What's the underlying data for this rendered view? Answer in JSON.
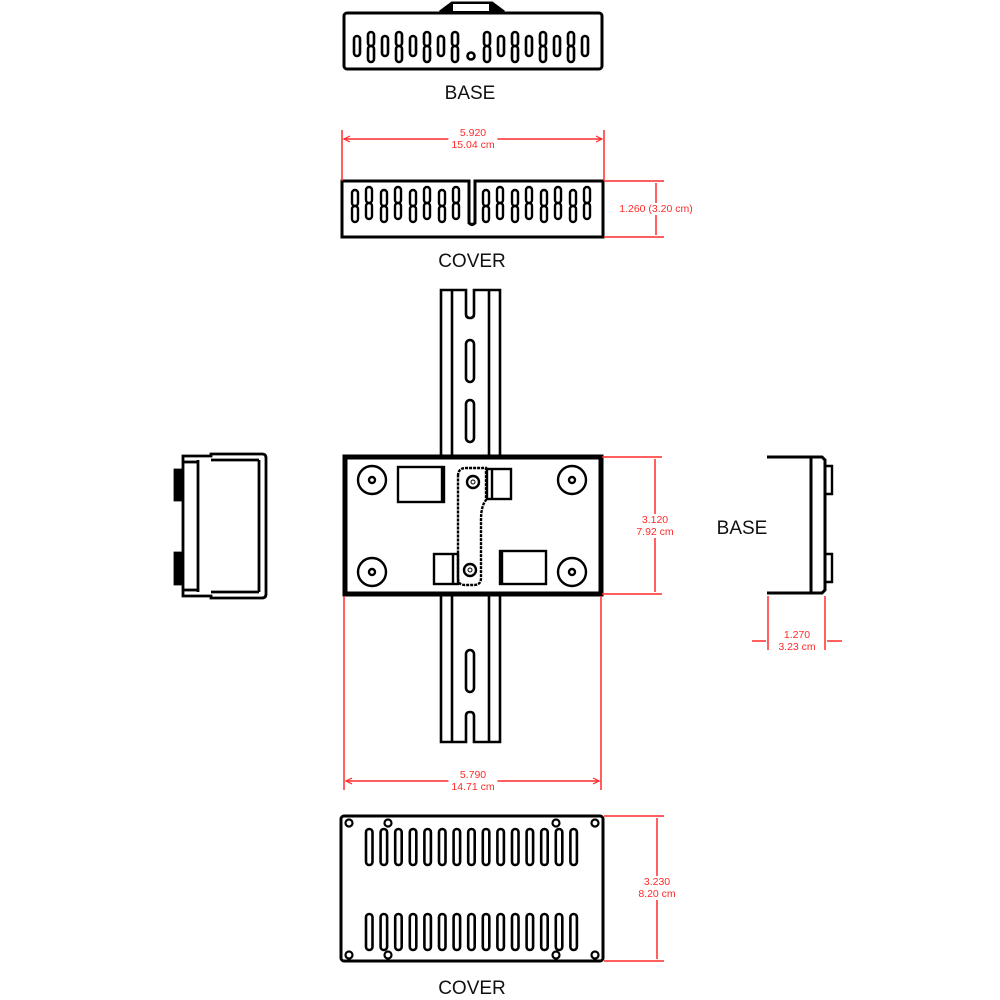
{
  "colors": {
    "outline": "#000000",
    "dimension": "#ff2a2a",
    "background": "#ffffff"
  },
  "views": {
    "top_base": {
      "label": "BASE"
    },
    "top_cover": {
      "label": "COVER",
      "width_dim": {
        "inches": "5.920",
        "cm": "15.04 cm"
      },
      "height_dim": {
        "text": "1.260 (3.20 cm)"
      }
    },
    "left_side": {
      "label": ""
    },
    "main_base_on_rail": {
      "height_dim": {
        "inches": "3.120",
        "cm": "7.92 cm"
      },
      "width_dim": {
        "inches": "5.790",
        "cm": "14.71 cm"
      }
    },
    "right_side": {
      "label": "BASE",
      "depth_dim": {
        "inches": "1.270",
        "cm": "3.23 cm"
      }
    },
    "bottom_cover": {
      "label": "COVER",
      "height_dim": {
        "inches": "3.230",
        "cm": "8.20 cm"
      },
      "slot_rows": 2,
      "slots_per_row": 15
    }
  }
}
